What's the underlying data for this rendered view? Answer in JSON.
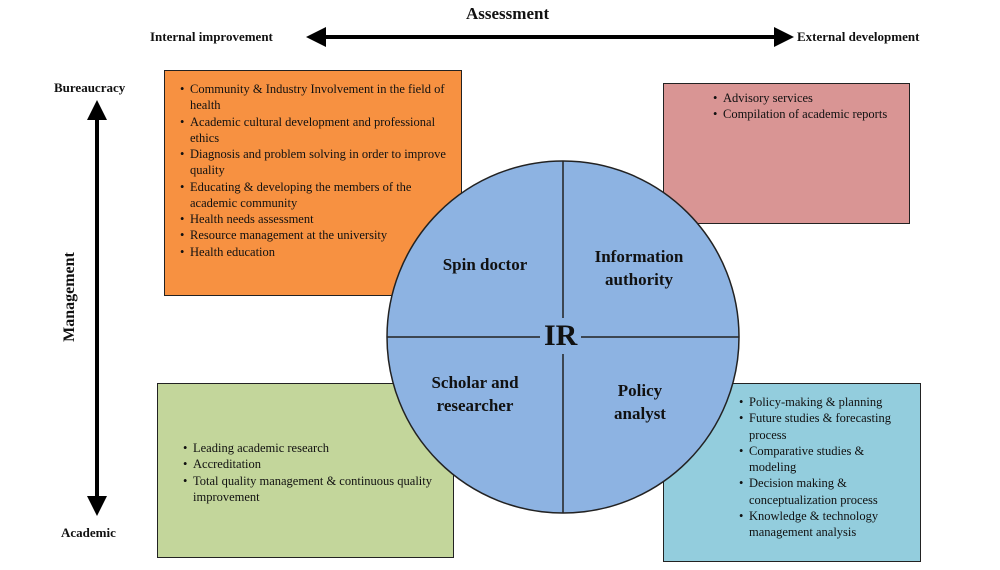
{
  "header": {
    "title": "Assessment",
    "left_label": "Internal improvement",
    "right_label": "External development"
  },
  "vertical_axis": {
    "title": "Management",
    "top_label": "Bureaucracy",
    "bottom_label": "Academic"
  },
  "circle": {
    "center_label": "IR",
    "quadrants": {
      "top_left": "Spin doctor",
      "top_right": "Information\nauthority",
      "bottom_left": "Scholar and\nresearcher",
      "bottom_right": "Policy\nanalyst"
    },
    "fill_color": "#8db3e2"
  },
  "boxes": {
    "top_left": {
      "color": "#f79141",
      "items": [
        "Community & Industry Involvement in the field of health",
        "Academic cultural development and professional ethics",
        "Diagnosis and problem solving in order to improve quality",
        "Educating & developing the members of the academic community",
        "Health needs assessment",
        "Resource management at the university",
        "Health education"
      ]
    },
    "top_right": {
      "color": "#d99594",
      "items": [
        "Advisory services",
        "Compilation of academic reports"
      ]
    },
    "bottom_left": {
      "color": "#c3d69b",
      "items": [
        "Leading academic research",
        "Accreditation",
        "Total quality management & continuous quality improvement"
      ]
    },
    "bottom_right": {
      "color": "#93cddd",
      "items": [
        "Policy-making & planning",
        "Future studies & forecasting process",
        "Comparative studies & modeling",
        "Decision making & conceptualization process",
        "Knowledge & technology management analysis"
      ]
    }
  }
}
